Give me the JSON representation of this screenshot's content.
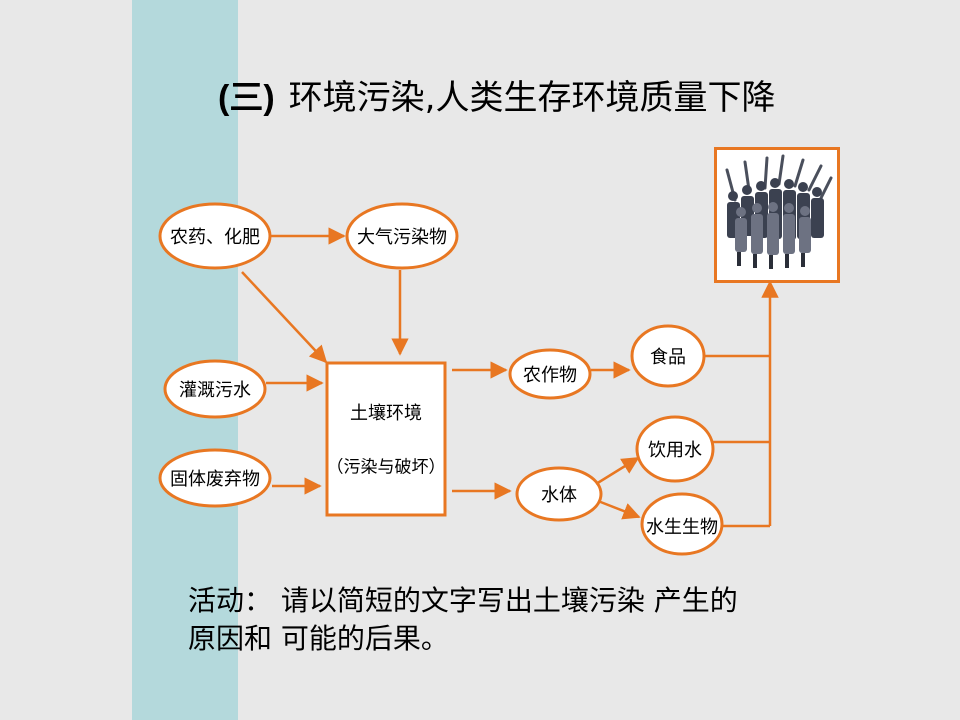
{
  "title": {
    "number": "(三)",
    "text": "环境污染,人类生存环境质量下降"
  },
  "nodes": {
    "pesticide": "农药、化肥",
    "air_pollutant": "大气污染物",
    "irrigation": "灌溉污水",
    "solid_waste": "固体废弃物",
    "soil_title": "土壤环境",
    "soil_sub": "（污染与破坏）",
    "crops": "农作物",
    "food": "食品",
    "water_body": "水体",
    "drinking_water": "饮用水",
    "aquatic_life": "水生生物"
  },
  "activity": {
    "line1": "活动：  请以简短的文字写出土壤污染 产生的",
    "line2": "原因和 可能的后果。"
  },
  "colors": {
    "accent": "#e87722",
    "teal_band": "#b4d9dc",
    "background": "#e8e8e8"
  },
  "image": {
    "subject": "group of people raising fists"
  }
}
